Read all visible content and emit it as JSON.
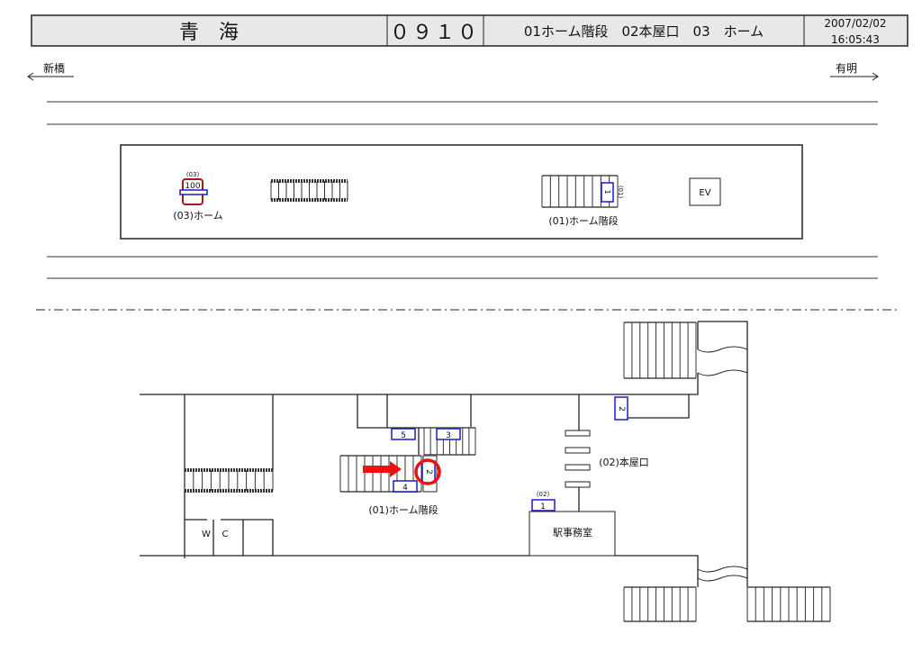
{
  "header": {
    "station_name": "青　海",
    "station_code": "０９１０",
    "locations": "01ホーム階段　02本屋口　03　ホーム",
    "date": "2007/02/02",
    "time": "16:05:43"
  },
  "directions": {
    "left": "新橋",
    "right": "有明"
  },
  "upper_floor": {
    "escalator_tag": "(03)",
    "escalator_number": "100",
    "escalator_label": "(03)ホーム",
    "stairs_tag": "(01)",
    "stairs_marker": "1",
    "stairs_label": "(01)ホーム階段",
    "elevator_label": "EV"
  },
  "lower_floor": {
    "wc_w": "W",
    "wc_c": "C",
    "markers": {
      "m5": "5",
      "m3": "3",
      "m4": "4",
      "m2_selected": "2",
      "m2_exit": "2",
      "m1": "1"
    },
    "m1_tag": "(02)",
    "stairs_label": "(01)ホーム階段",
    "exit_label": "(02)本屋口",
    "office_label": "駅事務室"
  },
  "colors": {
    "marker": "#1a1acc",
    "highlight": "#ee1111",
    "escalator": "#9b1c1c",
    "header_bg": "#e8e8e8"
  }
}
